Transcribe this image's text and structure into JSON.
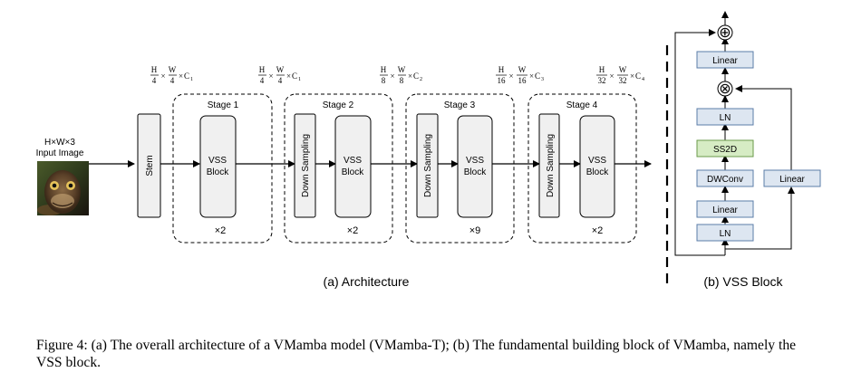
{
  "input": {
    "dims": "H×W×3",
    "label": "Input Image"
  },
  "stem": {
    "label": "Stem"
  },
  "dims": [
    {
      "a": "H",
      "b": "4",
      "c": "W",
      "d": "4",
      "ch": "C",
      "sub": "1"
    },
    {
      "a": "H",
      "b": "4",
      "c": "W",
      "d": "4",
      "ch": "C",
      "sub": "1"
    },
    {
      "a": "H",
      "b": "8",
      "c": "W",
      "d": "8",
      "ch": "C",
      "sub": "2"
    },
    {
      "a": "H",
      "b": "16",
      "c": "W",
      "d": "16",
      "ch": "C",
      "sub": "3"
    },
    {
      "a": "H",
      "b": "32",
      "c": "W",
      "d": "32",
      "ch": "C",
      "sub": "4"
    }
  ],
  "stages": [
    {
      "title": "Stage 1",
      "vss_line1": "VSS",
      "vss_line2": "Block",
      "repeat": "×2"
    },
    {
      "title": "Stage 2",
      "downsample": "Down Sampling",
      "vss_line1": "VSS",
      "vss_line2": "Block",
      "repeat": "×2"
    },
    {
      "title": "Stage 3",
      "downsample": "Down Sampling",
      "vss_line1": "VSS",
      "vss_line2": "Block",
      "repeat": "×9"
    },
    {
      "title": "Stage 4",
      "downsample": "Down Sampling",
      "vss_line1": "VSS",
      "vss_line2": "Block",
      "repeat": "×2"
    }
  ],
  "arch_label": "(a) Architecture",
  "vss_block": {
    "label": "(b) VSS Block",
    "linear_top": "Linear",
    "ln_top": "LN",
    "ss2d": "SS2D",
    "dwconv": "DWConv",
    "linear_mid": "Linear",
    "ln_bottom": "LN",
    "linear_branch": "Linear",
    "plus_symbol": "⊕",
    "times_symbol": "⊗"
  },
  "caption": "Figure 4: (a) The overall architecture of a VMamba model (VMamba-T); (b) The fundamental building block of VMamba, namely the VSS block.",
  "colors": {
    "block_fill": "#f0f0f0",
    "blue_box_fill": "#dde6f1",
    "blue_box_stroke": "#5b7da8",
    "ss2d_fill": "#d6ecc4",
    "ss2d_stroke": "#6a9a4a"
  }
}
